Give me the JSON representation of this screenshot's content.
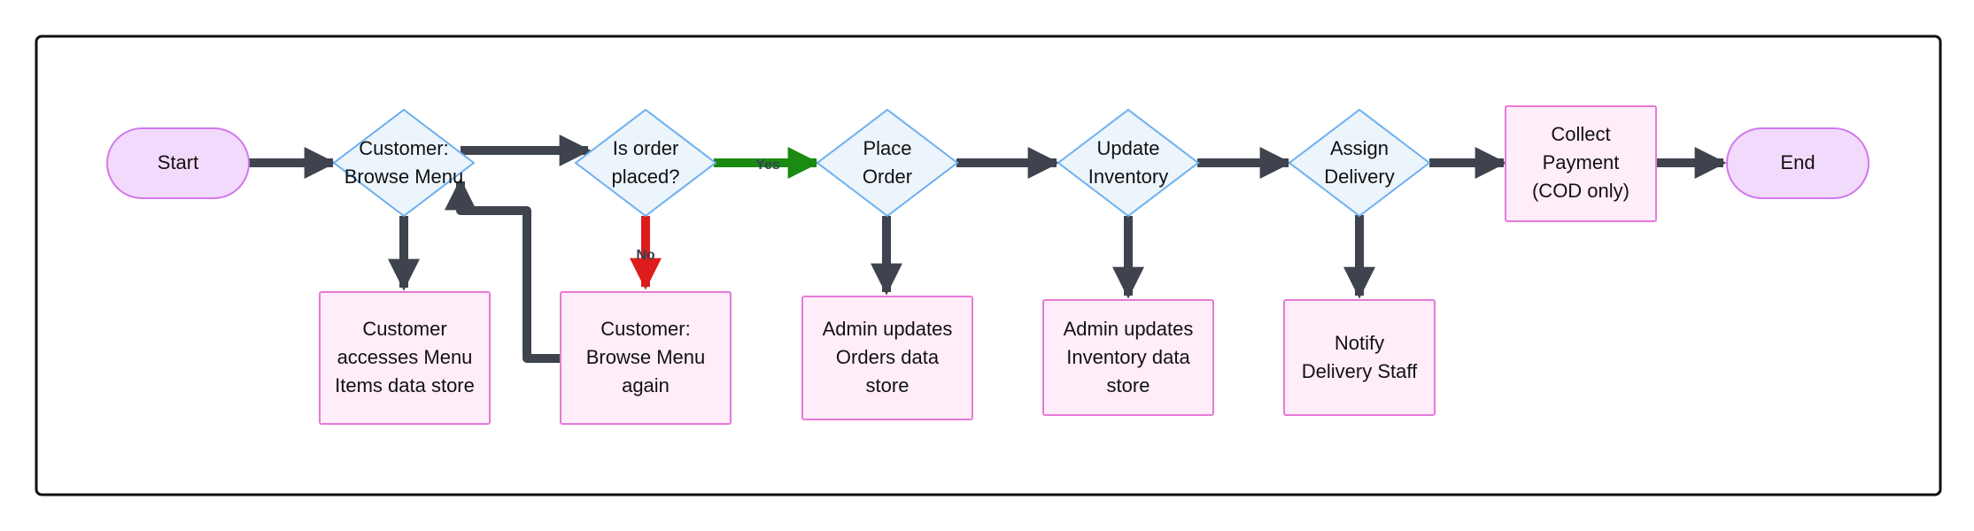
{
  "colors": {
    "terminal_fill": "#f2dafd",
    "terminal_stroke": "#d179e8",
    "decision_fill": "#ecf4fc",
    "decision_stroke": "#6cb0ef",
    "process_fill": "#ffedf9",
    "process_stroke": "#e67ad8",
    "edge_default": "#3e434d",
    "edge_yes": "#1a8a12",
    "edge_no": "#dd1c1c",
    "frame_stroke": "#111111"
  },
  "nodes": {
    "start": {
      "lines": [
        "Start"
      ]
    },
    "browse_menu": {
      "lines": [
        "Customer:",
        "Browse Menu"
      ]
    },
    "order_placed": {
      "lines": [
        "Is order",
        "placed?"
      ]
    },
    "place_order": {
      "lines": [
        "Place",
        "Order"
      ]
    },
    "update_inventory": {
      "lines": [
        "Update",
        "Inventory"
      ]
    },
    "assign_delivery": {
      "lines": [
        "Assign",
        "Delivery"
      ]
    },
    "collect_payment": {
      "lines": [
        "Collect",
        "Payment",
        "(COD only)"
      ]
    },
    "end": {
      "lines": [
        "End"
      ]
    },
    "menu_items_store": {
      "lines": [
        "Customer",
        "accesses Menu",
        "Items data store"
      ]
    },
    "browse_again": {
      "lines": [
        "Customer:",
        "Browse Menu",
        "again"
      ]
    },
    "orders_store": {
      "lines": [
        "Admin updates",
        "Orders data",
        "store"
      ]
    },
    "inventory_store": {
      "lines": [
        "Admin updates",
        "Inventory data",
        "store"
      ]
    },
    "notify_staff": {
      "lines": [
        "Notify",
        "Delivery Staff"
      ]
    }
  },
  "edge_labels": {
    "yes": "Yes",
    "no": "No"
  }
}
